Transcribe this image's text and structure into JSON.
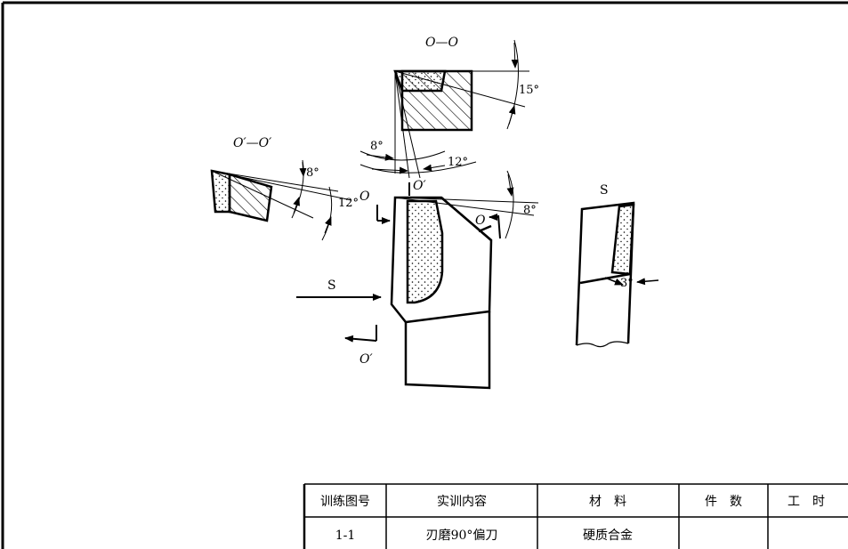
{
  "labels": {
    "section_o": "O—O",
    "section_o_prime": "O′—O′",
    "o_marker": "O",
    "o_prime_marker": "O′",
    "feed_direction": "S",
    "view_s": "S"
  },
  "angles": {
    "a15": "15°",
    "a8_top": "8°",
    "a12_top": "12°",
    "a8_left": "8°",
    "a12_left": "12°",
    "a8_right": "8°",
    "a3": "3°"
  },
  "table": {
    "headers": [
      "训练图号",
      "实训内容",
      "材　料",
      "件　数",
      "工　时"
    ],
    "row": [
      "1-1",
      "刃磨90°偏刀",
      "硬质合金",
      "",
      ""
    ]
  }
}
